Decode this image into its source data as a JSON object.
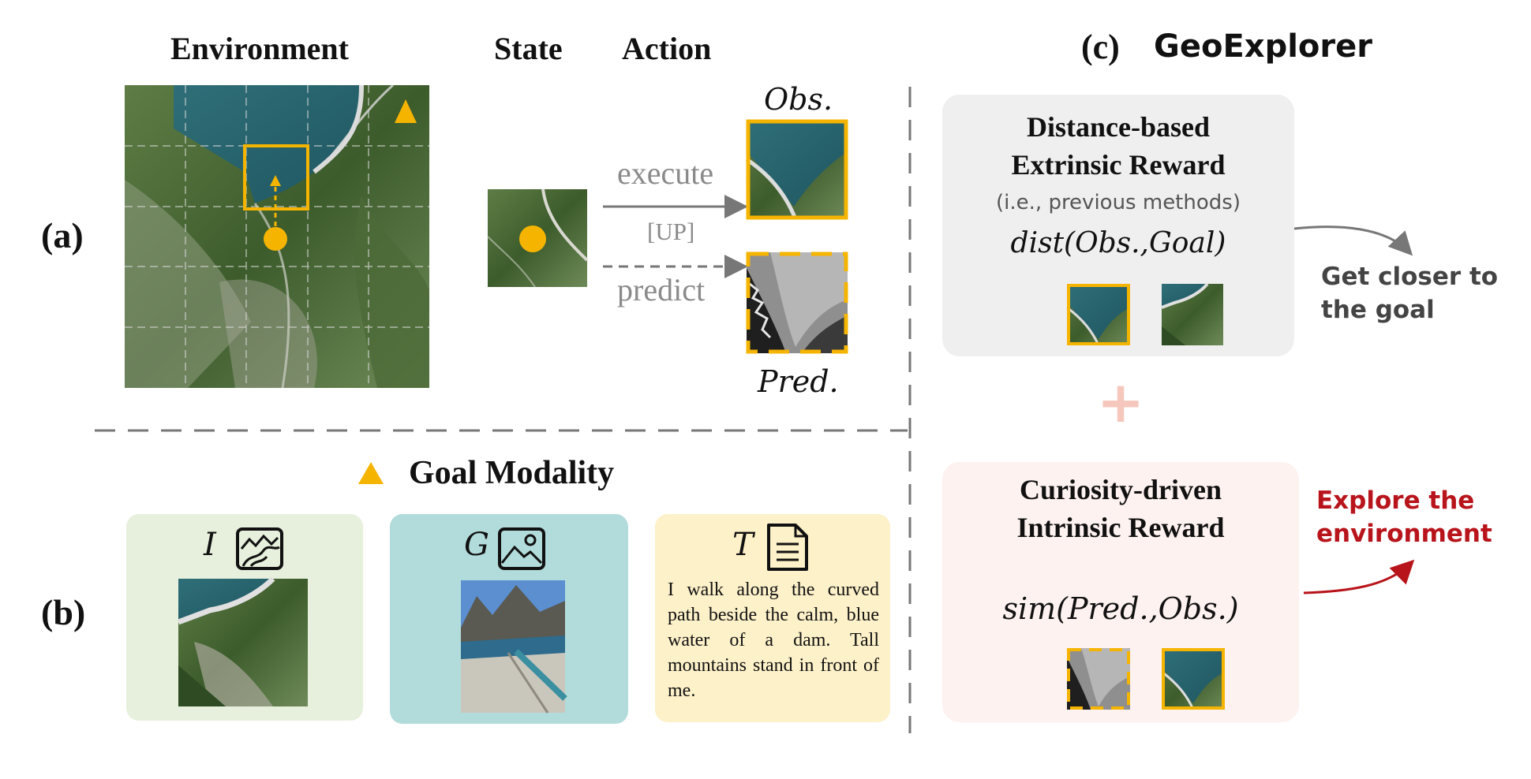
{
  "panel_a": {
    "label": "(a)",
    "headers": {
      "environment": "Environment",
      "state": "State",
      "action": "Action"
    },
    "execute_label": "execute",
    "action_label": "[UP]",
    "predict_label": "predict",
    "obs_label": "Obs.",
    "pred_label": "Pred."
  },
  "panel_b": {
    "label": "(b)",
    "title": "Goal Modality",
    "cards": [
      {
        "letter": "I",
        "icon": "aerial-map-icon",
        "color": "#e6f0dc"
      },
      {
        "letter": "G",
        "icon": "picture-icon",
        "color": "#b2dcdb"
      },
      {
        "letter": "T",
        "icon": "document-icon",
        "color": "#fdf1c9",
        "text": "I walk along the curved path beside the calm, blue water of a dam. Tall mountains stand in front of me."
      }
    ]
  },
  "panel_c": {
    "label": "(c)",
    "title": "GeoExplorer",
    "extrinsic": {
      "title_line1": "Distance-based",
      "title_line2": "Extrinsic Reward",
      "note": "(i.e., previous methods)",
      "formula": "dist(Obs.,Goal)",
      "outcome": "Get closer to the goal"
    },
    "plus": "+",
    "intrinsic": {
      "title_line1": "Curiosity-driven",
      "title_line2": "Intrinsic Reward",
      "formula": "sim(Pred.,Obs.)",
      "outcome": "Explore the environment"
    }
  },
  "colors": {
    "accent_yellow": "#f5b400",
    "red_text": "#b8141b",
    "grey_card": "#efefef",
    "pink_card": "#fdf2f0",
    "divider": "#777777"
  }
}
